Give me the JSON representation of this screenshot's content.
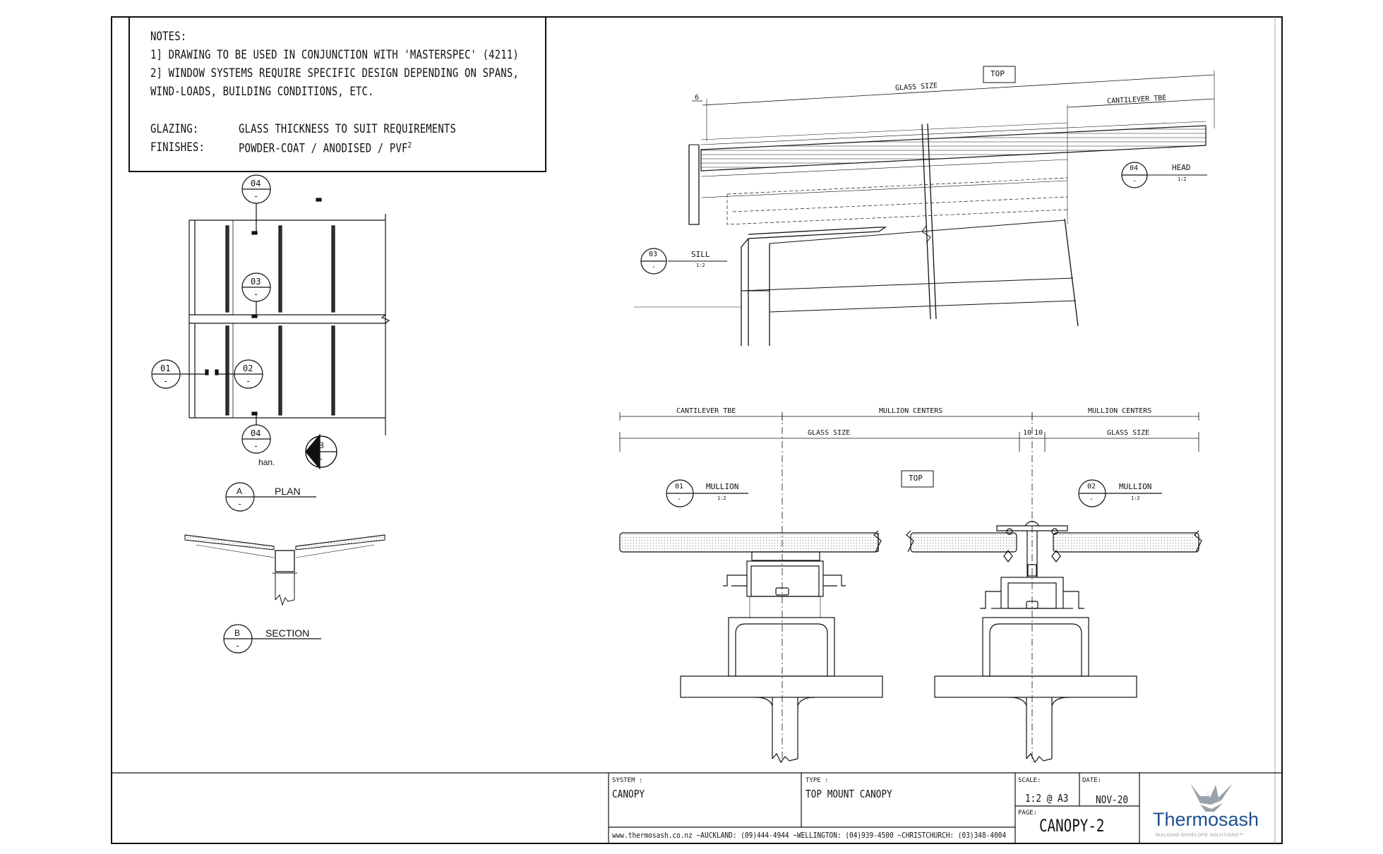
{
  "notes": {
    "heading": "NOTES:",
    "line1": "1] DRAWING TO BE USED IN CONJUNCTION WITH 'MASTERSPEC' (4211)",
    "line2": "2] WINDOW SYSTEMS REQUIRE SPECIFIC DESIGN DEPENDING ON SPANS,",
    "line3": "WIND-LOADS, BUILDING CONDITIONS, ETC.",
    "glazing_label": "GLAZING:",
    "glazing_value": "GLASS THICKNESS TO SUIT REQUIREMENTS",
    "finishes_label": "FINISHES:",
    "finishes_value": "POWDER-COAT / ANODISED / PVF",
    "finishes_sup": "2"
  },
  "plan": {
    "callout_top_04": "04",
    "callout_mid_03": "03",
    "callout_01": "01",
    "callout_02": "02",
    "callout_bottom_04": "04",
    "callout_b": "B",
    "dash": "-",
    "han_text": "han.",
    "view_a_letter": "A",
    "view_a_title": "PLAN",
    "view_b_letter": "B",
    "view_b_title": "SECTION"
  },
  "side_detail": {
    "top_tag": "TOP",
    "dim_6": "6",
    "glass_size": "GLASS SIZE",
    "cantilever_tbe": "CANTILEVER TBE",
    "head_num": "04",
    "head_label": "HEAD",
    "head_scale": "1:2",
    "sill_num": "03",
    "sill_label": "SILL",
    "sill_scale": "1:2",
    "dash": "-"
  },
  "section_detail": {
    "dim_cantilever": "CANTILEVER TBE",
    "dim_mullion_centers_1": "MULLION CENTERS",
    "dim_mullion_centers_2": "MULLION CENTERS",
    "dim_glass_size_1": "GLASS SIZE",
    "dim_10a": "10",
    "dim_10b": "10",
    "dim_glass_size_2": "GLASS SIZE",
    "top_tag": "TOP",
    "m1_num": "01",
    "m1_label": "MULLION",
    "m1_scale": "1:2",
    "m2_num": "02",
    "m2_label": "MULLION",
    "m2_scale": "1:2",
    "dash": "-"
  },
  "title_block": {
    "system_label": "SYSTEM :",
    "system_value": "CANOPY",
    "type_label": "TYPE :",
    "type_value": "TOP MOUNT CANOPY",
    "scale_label": "SCALE:",
    "scale_value": "1:2 @ A3",
    "date_label": "DATE:",
    "date_value": "NOV-20",
    "page_label": "PAGE:",
    "page_value": "CANOPY-2",
    "contact": "www.thermosash.co.nz ~AUCKLAND: (09)444-4944 ~WELLINGTON: (04)939-4500 ~CHRISTCHURCH: (03)348-4004",
    "brand_name": "Thermosash",
    "brand_tagline": "BUILDING ENVELOPE SOLUTIONS™",
    "brand_color": "#1e4f8f",
    "logo_grey": "#9aa3ad"
  }
}
